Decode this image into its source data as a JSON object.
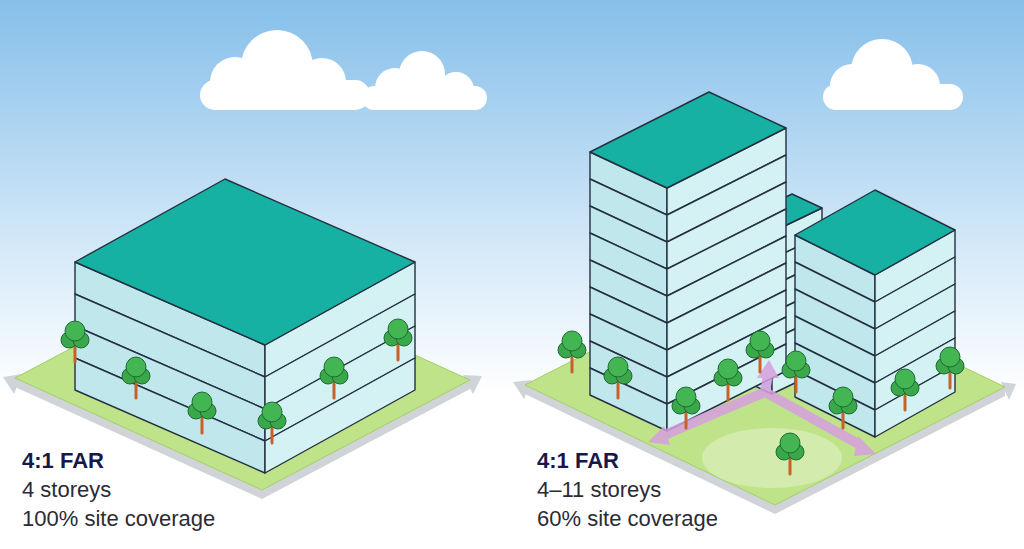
{
  "diagram": {
    "labels": [
      "4:1 FAR",
      "4 storeys",
      "100% site coverage",
      "4:1 FAR",
      "4–11 storeys",
      "60% site coverage"
    ]
  }
}
